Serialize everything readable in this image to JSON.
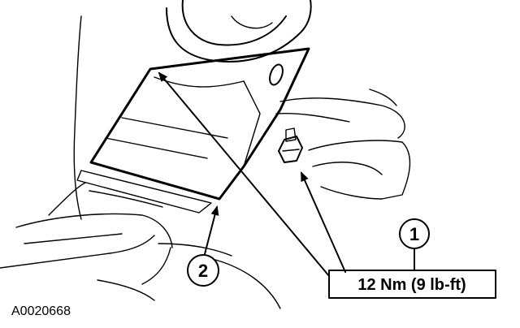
{
  "callouts": [
    {
      "id": "1",
      "label": "1"
    },
    {
      "id": "2",
      "label": "2"
    }
  ],
  "torque_spec": "12 Nm (9 lb-ft)",
  "figure_id": "A0020668"
}
